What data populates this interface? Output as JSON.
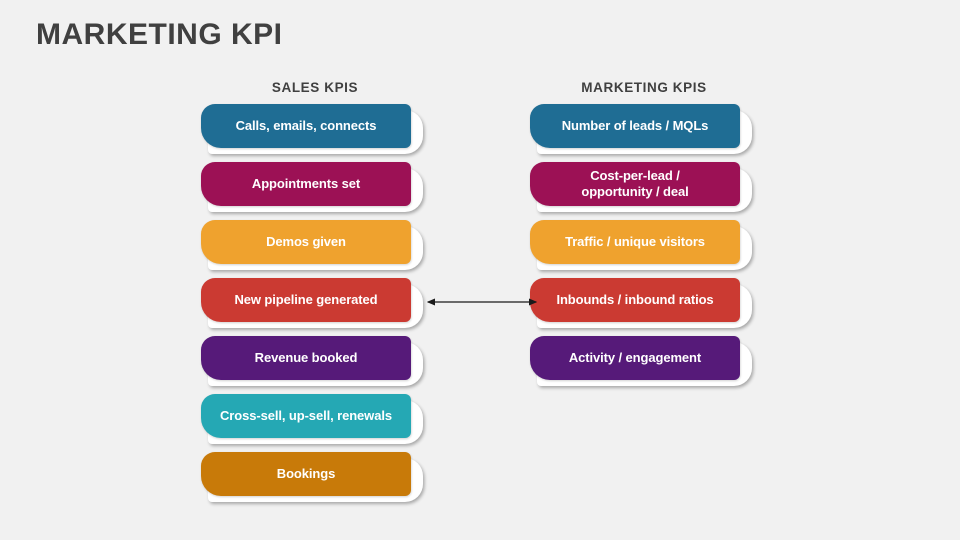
{
  "page_title": "MARKETING KPI",
  "background_color": "#f1f1f1",
  "title_color": "#404040",
  "columns": [
    {
      "id": "sales",
      "header": "SALES KPIS",
      "items": [
        {
          "label": "Calls, emails, connects",
          "color": "#1f6d94"
        },
        {
          "label": "Appointments set",
          "color": "#9c1155"
        },
        {
          "label": "Demos given",
          "color": "#efa22e"
        },
        {
          "label": "New pipeline generated",
          "color": "#cb3a32"
        },
        {
          "label": "Revenue booked",
          "color": "#561a79"
        },
        {
          "label": "Cross-sell, up-sell, renewals",
          "color": "#25a8b4"
        },
        {
          "label": "Bookings",
          "color": "#c87a09"
        }
      ]
    },
    {
      "id": "marketing",
      "header": "MARKETING KPIS",
      "items": [
        {
          "label": "Number of leads / MQLs",
          "color": "#1f6d94"
        },
        {
          "label": "Cost-per-lead /\nopportunity / deal",
          "color": "#9c1155"
        },
        {
          "label": "Traffic / unique visitors",
          "color": "#efa22e"
        },
        {
          "label": "Inbounds / inbound ratios",
          "color": "#cb3a32"
        },
        {
          "label": "Activity / engagement",
          "color": "#561a79"
        }
      ]
    }
  ],
  "connector": {
    "name": "double-headed-arrow",
    "color": "#1a1a1a",
    "from": "New pipeline generated",
    "to": "Inbounds / inbound ratios"
  }
}
